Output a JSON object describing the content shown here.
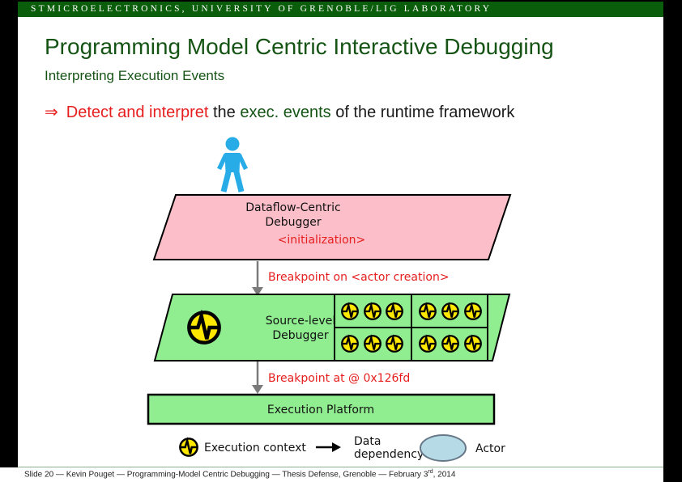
{
  "header": {
    "bar_text": "STMICROELECTRONICS, UNIVERSITY OF GRENOBLE/LIG LABORATORY"
  },
  "title": "Programming Model Centric Interactive Debugging",
  "subtitle": "Interpreting Execution Events",
  "bullet": {
    "implies_symbol": "⇒",
    "red_part": "Detect and interpret",
    "mid_part": " the ",
    "green_part": "exec. events",
    "tail_part": " of the runtime framework"
  },
  "diagram": {
    "user_icon": "person-silhouette",
    "dataflow_debugger": {
      "line1": "Dataflow-Centric",
      "line2": "Debugger",
      "event": "<initialization>"
    },
    "breakpoint1": "Breakpoint on <actor creation>",
    "source_debugger": {
      "line1": "Source-level",
      "line2": "Debugger"
    },
    "breakpoint2": "Breakpoint at @ 0x126fd",
    "platform_label": "Execution Platform",
    "context_grid": {
      "rows": 2,
      "cols": 2,
      "circles_per_cell": 3
    },
    "legend": {
      "execution_context_label": "Execution context",
      "data_dependency_line1": "Data",
      "data_dependency_line2": "dependency",
      "actor_label": "Actor"
    }
  },
  "footer": {
    "part1": "Slide 20 — Kevin Pouget — Programming-Model Centric Debugging — Thesis Defense, Grenoble — February 3",
    "sup": "rd",
    "part2": ", 2014"
  },
  "colors": {
    "header_green": "#0A5D0A",
    "title_green": "#155415",
    "accent_red": "#E61E1E",
    "debugger_pink": "#FCBFC9",
    "platform_green": "#90EE90",
    "context_yellow": "#FFE800",
    "person_blue": "#27ACE8",
    "actor_blue": "#B7DBE6",
    "arrow_gray": "#7a7a7a"
  }
}
